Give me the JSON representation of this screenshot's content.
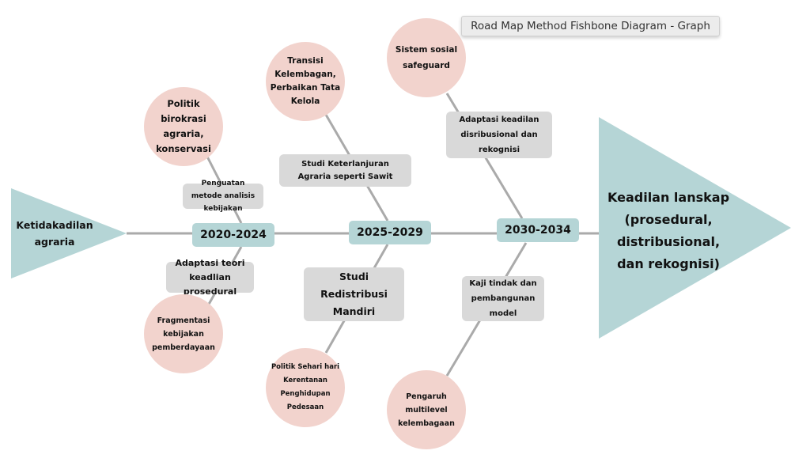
{
  "title": "Road Map Method Fishbone Diagram - Graph",
  "head": {
    "problem": "Ketidakadilan agraria",
    "goal": "Keadilan lanskap (prosedural, distribusional, dan rekognisi)"
  },
  "colors": {
    "teal": "#b5d5d6",
    "pink": "#f2d3cd",
    "gray": "#d9d9d9",
    "line": "#aaaaaa"
  },
  "phases": [
    {
      "label": "2020-2024",
      "upper_box": "Penguatan metode analisis kebijakan",
      "upper_circle": "Politik birokrasi agraria, konservasi",
      "lower_box": "Adaptasi teori keadlian prosedural",
      "lower_circle": "Fragmentasi kebijakan pemberdayaan"
    },
    {
      "label": "2025-2029",
      "upper_box": "Studi Keterlanjuran Agraria seperti Sawit",
      "upper_circle": "Transisi Kelembagan, Perbaikan Tata Kelola",
      "lower_box": "Studi Redistribusi Mandiri",
      "lower_circle": "Politik Sehari hari Kerentanan Penghidupan Pedesaan"
    },
    {
      "label": "2030-2034",
      "upper_box": "Adaptasi keadilan disribusional dan rekognisi",
      "upper_circle": "Sistem sosial safeguard",
      "lower_box": "Kaji tindak dan pembangunan model",
      "lower_circle": "Pengaruh multilevel kelembagaan"
    }
  ]
}
